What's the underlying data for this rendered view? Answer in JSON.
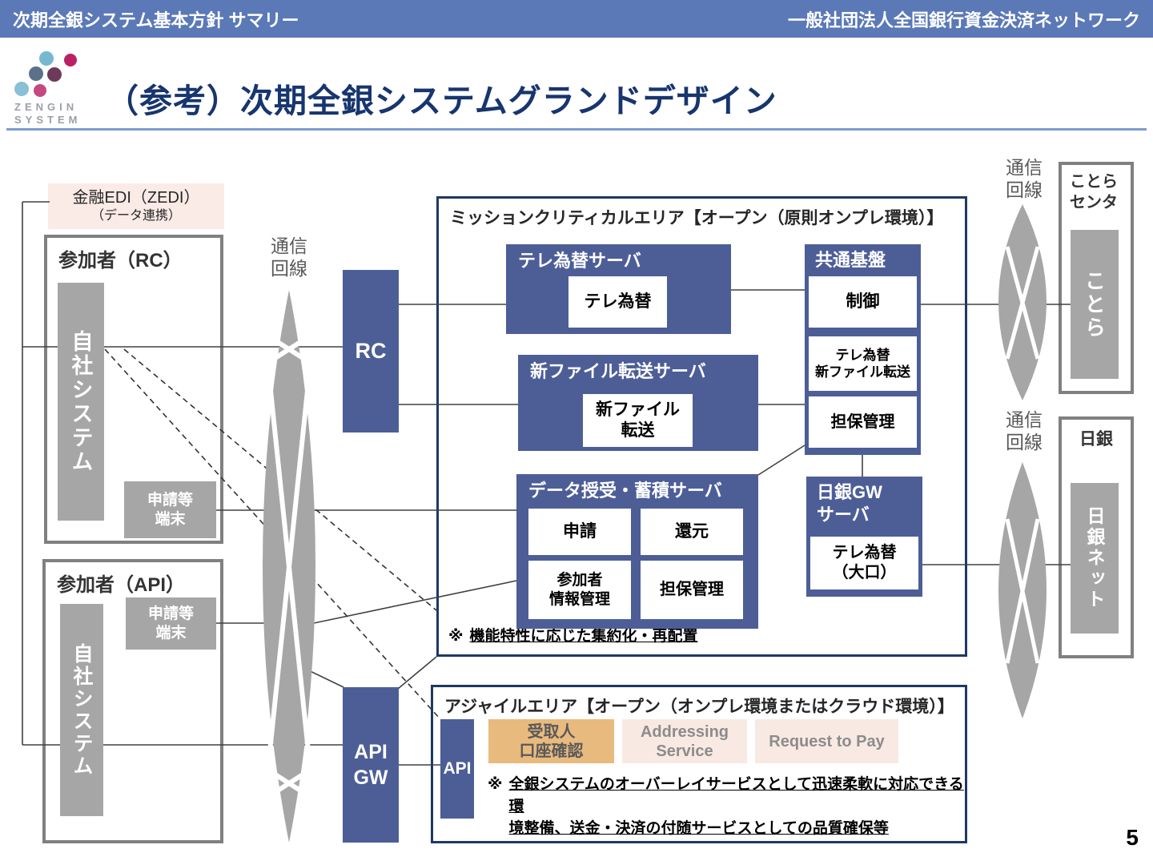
{
  "header": {
    "left": "次期全銀システム基本方針 サマリー",
    "right": "一般社団法人全国銀行資金決済ネットワーク"
  },
  "logo": {
    "top": "ZENGIN",
    "bottom": "SYSTEM"
  },
  "page_title": "（参考）次期全銀システムグランドデザイン",
  "page_number": "5",
  "colors": {
    "header_bar": "#5b79b7",
    "title_navy": "#17356e",
    "box_blue": "#4d5e97",
    "area_border_navy": "#1f3864",
    "gray_fill": "#a6a6a6",
    "gray_border": "#808080",
    "zedi_pink": "#fbebe7",
    "service_orange": "#e9ba7e",
    "service_pink": "#f9e9e3"
  },
  "left_column": {
    "zedi": {
      "line1": "金融EDI（ZEDI）",
      "line2": "（データ連携）"
    },
    "rc_group": {
      "title": "参加者（RC）",
      "own_system": "自社システム",
      "terminal": "申請等\n端末"
    },
    "api_group": {
      "title": "参加者（API）",
      "own_system": "自社システム",
      "terminal": "申請等\n端末"
    },
    "comm_line": "通信\n回線"
  },
  "gateways": {
    "rc": "RC",
    "api_gw": "API\nGW"
  },
  "mission_area": {
    "title": "ミッションクリティカルエリア【オープン（原則オンプレ環境）】",
    "tele_server": {
      "title": "テレ為替サーバ",
      "items": [
        "テレ為替"
      ]
    },
    "file_server": {
      "title": "新ファイル転送サーバ",
      "items": [
        "新ファイル\n転送"
      ]
    },
    "data_server": {
      "title": "データ授受・蓄積サーバ",
      "items": [
        "申請",
        "還元",
        "参加者\n情報管理",
        "担保管理"
      ]
    },
    "common_platform": {
      "title": "共通基盤",
      "items": [
        "制御",
        "テレ為替\n新ファイル転送",
        "担保管理"
      ]
    },
    "boj_gw": {
      "title": "日銀GW\nサーバ",
      "items": [
        "テレ為替\n（大口）"
      ]
    },
    "note_prefix": "※",
    "note_text": "機能特性に応じた集約化・再配置"
  },
  "agile_area": {
    "title": "アジャイルエリア【オープン（オンプレ環境またはクラウド環境）】",
    "api_label": "API",
    "services": [
      {
        "label": "受取人\n口座確認"
      },
      {
        "label": "Addressing\nService"
      },
      {
        "label": "Request to Pay"
      }
    ],
    "note_prefix": "※",
    "note_line1": "全銀システムのオーバーレイサービスとして迅速柔軟に対応できる環",
    "note_line2": "境整備、送金・決済の付随サービスとしての品質確保等"
  },
  "right_column": {
    "comm_line_top": "通信\n回線",
    "comm_line_bottom": "通信\n回線",
    "kotora": {
      "title": "ことら\nセンタ",
      "system": "ことら"
    },
    "boj": {
      "title": "日銀",
      "system": "日銀ネット"
    }
  }
}
